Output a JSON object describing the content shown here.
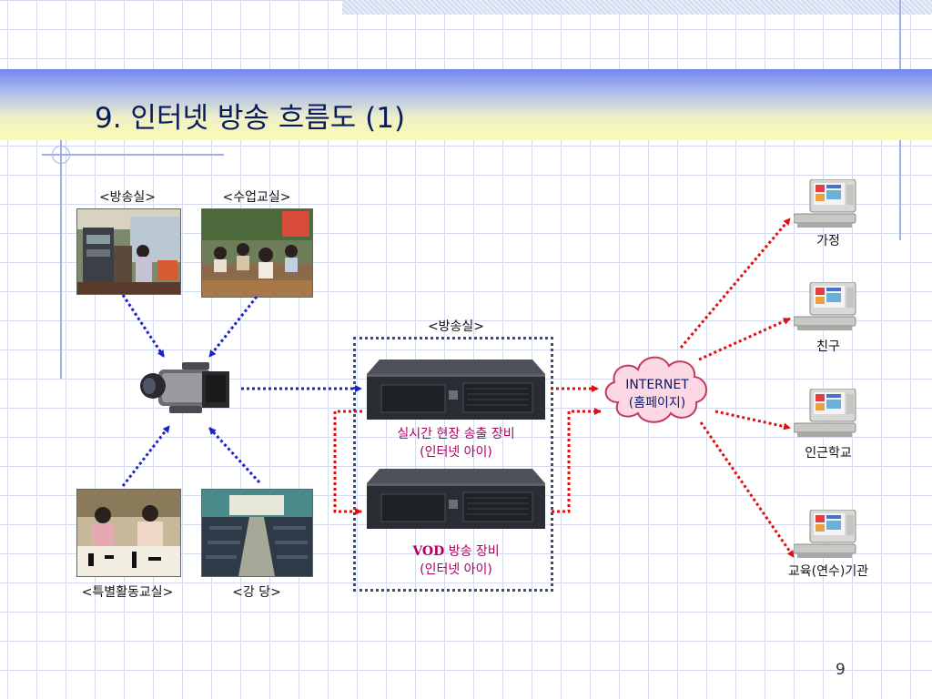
{
  "slide": {
    "title": "9. 인터넷 방송 흐름도 (1)",
    "page_number": "9"
  },
  "sources": {
    "broadcast_room": "<방송실>",
    "classroom": "<수업교실>",
    "activity_room": "<특별활동교실>",
    "auditorium": "<강 당>"
  },
  "server_group": {
    "label": "<방송실>",
    "live_server": {
      "line1": "실시간 현장  송출 장비",
      "line2": "(인터넷 아이)"
    },
    "vod_server": {
      "line1_prefix": "VOD",
      "line1_rest": " 방송 장비",
      "line2": "(인터넷 아이)"
    }
  },
  "cloud": {
    "line1": "INTERNET",
    "line2": "(홈페이지)"
  },
  "destinations": {
    "home": "가정",
    "friend": "친구",
    "nearby_school": "인근학교",
    "training_institute": "교육(연수)기관"
  },
  "colors": {
    "blue_flow": "#1a24c8",
    "red_flow": "#e01010",
    "accent_magenta": "#b00060",
    "title_text": "#0a1a5e"
  }
}
